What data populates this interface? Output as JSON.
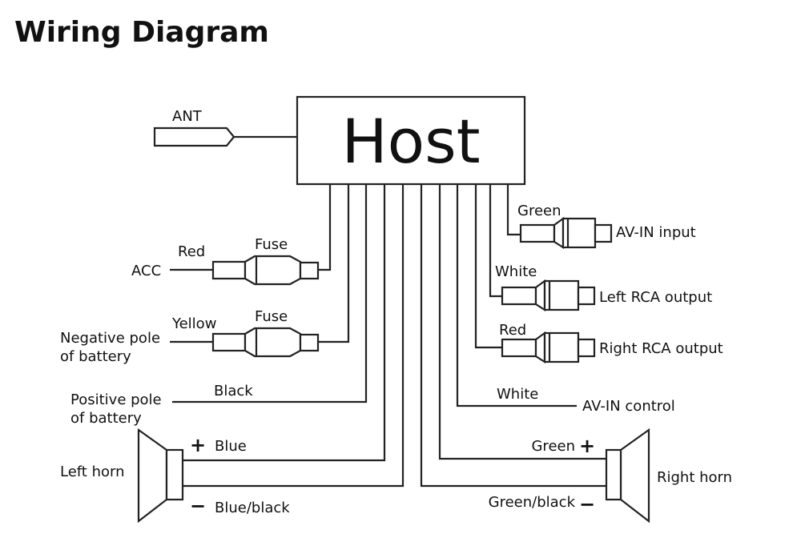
{
  "title": "Wiring Diagram",
  "host": "Host",
  "antenna": "ANT",
  "left": {
    "acc": {
      "terminal": "ACC",
      "wire": "Red",
      "fuse": "Fuse"
    },
    "negative": {
      "terminal": "Negative pole of battery",
      "line1": "Negative pole",
      "line2": "of battery",
      "wire": "Yellow",
      "fuse": "Fuse"
    },
    "positive": {
      "terminal": "Positive pole of battery",
      "line1": "Positive pole",
      "line2": "of battery",
      "wire": "Black"
    },
    "horn": {
      "label": "Left horn",
      "plus_sign": "+",
      "plus_wire": "Blue",
      "minus_sign": "−",
      "minus_wire": "Blue/black"
    }
  },
  "right": {
    "av_in_input": {
      "wire": "Green",
      "label": "AV-IN input"
    },
    "left_rca": {
      "wire": "White",
      "label": "Left RCA output"
    },
    "right_rca": {
      "wire": "Red",
      "label": "Right RCA output"
    },
    "av_in_control": {
      "wire": "White",
      "label": "AV-IN control"
    },
    "horn": {
      "label": "Right horn",
      "plus_sign": "+",
      "plus_wire": "Green",
      "minus_sign": "−",
      "minus_wire": "Green/black"
    }
  }
}
